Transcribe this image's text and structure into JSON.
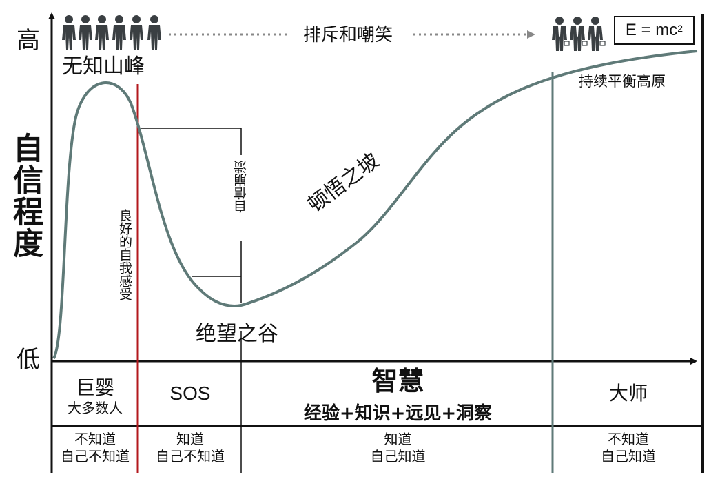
{
  "axis": {
    "y_title": "自信程度",
    "y_high": "高",
    "y_low": "低",
    "x_title": "智慧",
    "x_subtitle": "经验+知识+远见+洞察"
  },
  "top": {
    "ridicule_label": "排斥和嘲笑",
    "equation_main": "E = mc",
    "equation_sup": "2"
  },
  "curve_labels": {
    "peak": "无知山峰",
    "self_feeling": "良好的自我感受",
    "self_collapse": "自信崩溃",
    "slope": "顿悟之坡",
    "valley": "绝望之谷",
    "plateau": "持续平衡高原"
  },
  "stages": [
    {
      "name": "巨婴",
      "sub": "大多数人",
      "knowledge_line1": "不知道",
      "knowledge_line2": "自己不知道"
    },
    {
      "name": "SOS",
      "sub": "",
      "knowledge_line1": "知道",
      "knowledge_line2": "自己不知道"
    },
    {
      "name": "",
      "sub": "",
      "knowledge_line1": "知道",
      "knowledge_line2": "自己知道"
    },
    {
      "name": "大师",
      "sub": "",
      "knowledge_line1": "不知道",
      "knowledge_line2": "自己知道"
    }
  ],
  "colors": {
    "curve": "#5f7a78",
    "red_line": "#b3181d",
    "axis": "#111111",
    "people": "#3a3f42"
  }
}
